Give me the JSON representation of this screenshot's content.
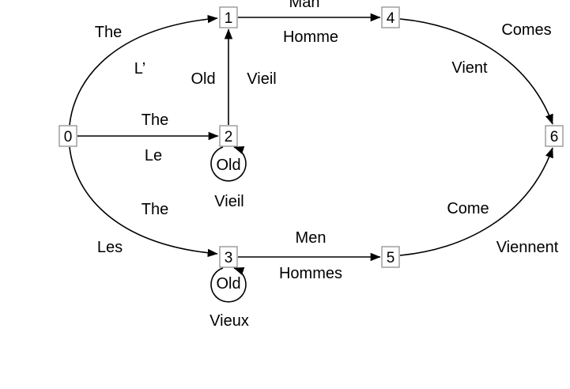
{
  "diagram": {
    "type": "word-lattice-translation-graph",
    "colors": {
      "background": "#ffffff",
      "edge": "#000000",
      "text": "#000000",
      "node_border": "#909090",
      "node_fill": "#ffffff"
    },
    "nodes": {
      "n0": {
        "label": "0"
      },
      "n1": {
        "label": "1"
      },
      "n2": {
        "label": "2"
      },
      "n3": {
        "label": "3"
      },
      "n4": {
        "label": "4"
      },
      "n5": {
        "label": "5"
      },
      "n6": {
        "label": "6"
      }
    },
    "edges": {
      "e0_1": {
        "from": "0",
        "to": "1",
        "en": "The",
        "fr": "L’"
      },
      "e0_2": {
        "from": "0",
        "to": "2",
        "en": "The",
        "fr": "Le"
      },
      "e0_3": {
        "from": "0",
        "to": "3",
        "en": "The",
        "fr": "Les"
      },
      "e2_1": {
        "from": "2",
        "to": "1",
        "en": "Old",
        "fr": "Vieil"
      },
      "e2_2": {
        "from": "2",
        "to": "2",
        "en": "Old",
        "fr": "Vieil"
      },
      "e3_3": {
        "from": "3",
        "to": "3",
        "en": "Old",
        "fr": "Vieux"
      },
      "e1_4": {
        "from": "1",
        "to": "4",
        "en": "Man",
        "fr": "Homme"
      },
      "e3_5": {
        "from": "3",
        "to": "5",
        "en": "Men",
        "fr": "Hommes"
      },
      "e4_6": {
        "from": "4",
        "to": "6",
        "en": "Comes",
        "fr": "Vient"
      },
      "e5_6": {
        "from": "5",
        "to": "6",
        "en": "Come",
        "fr": "Viennent"
      }
    }
  }
}
